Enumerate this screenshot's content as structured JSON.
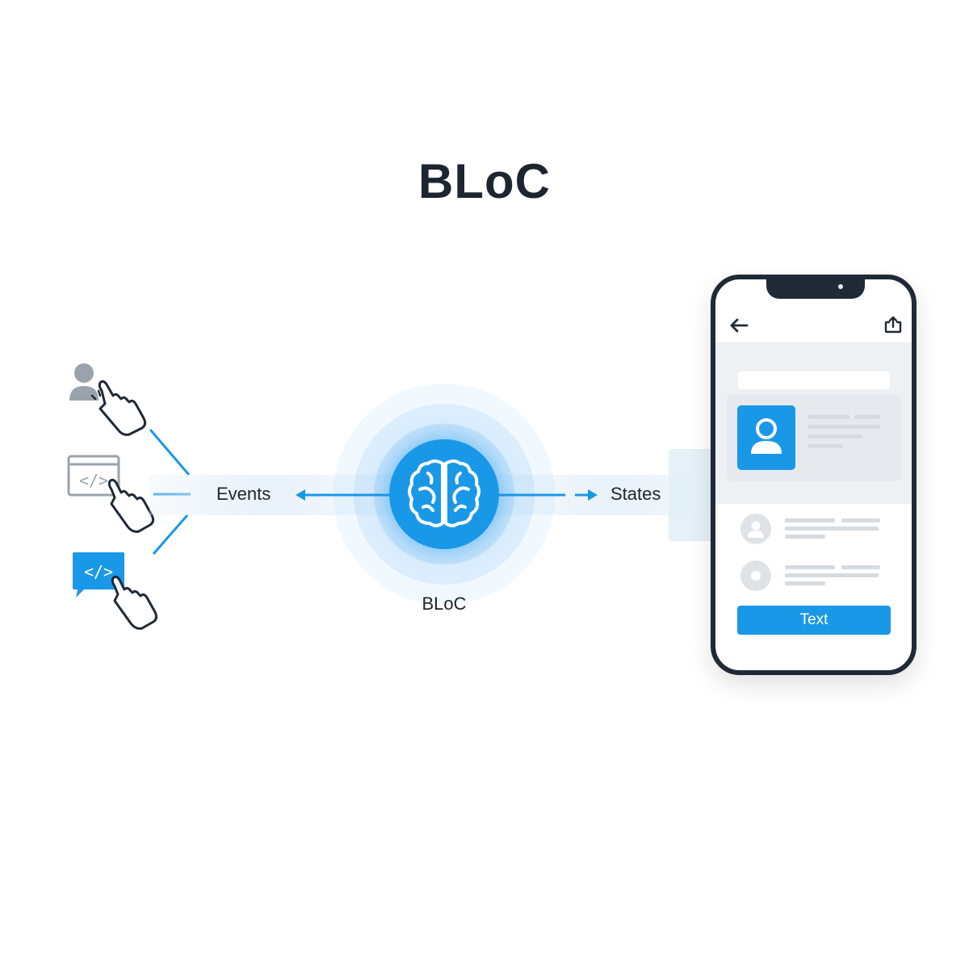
{
  "title": "BLoC",
  "flow": {
    "events_label": "Events",
    "states_label": "States",
    "bloc_label": "BLoC"
  },
  "phone": {
    "button_label": "Text"
  },
  "icons": {
    "center": "brain-icon",
    "sources": [
      "user-tap-icon",
      "code-window-tap-icon",
      "code-chat-tap-icon"
    ],
    "phone_header": [
      "back-arrow-icon",
      "share-icon"
    ]
  },
  "colors": {
    "accent": "#1a98e8",
    "dark": "#1f2a36",
    "muted": "#9aa3ab"
  }
}
